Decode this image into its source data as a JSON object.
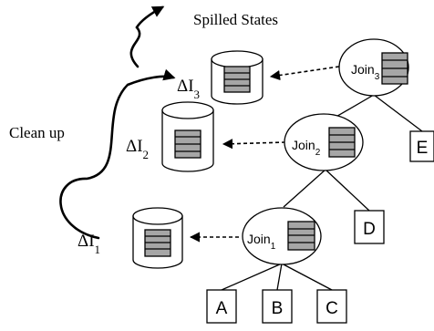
{
  "title": "Spilled States",
  "cleanup_label": "Clean up",
  "delta": "ΔI",
  "states": [
    {
      "sub": "3"
    },
    {
      "sub": "2"
    },
    {
      "sub": "1"
    }
  ],
  "joins": [
    {
      "name": "Join",
      "sub": "3"
    },
    {
      "name": "Join",
      "sub": "2"
    },
    {
      "name": "Join",
      "sub": "1"
    }
  ],
  "leaves": [
    "A",
    "B",
    "C",
    "D",
    "E"
  ],
  "colors": {
    "stack_fill": "#a6a6a6",
    "line": "#000000"
  }
}
